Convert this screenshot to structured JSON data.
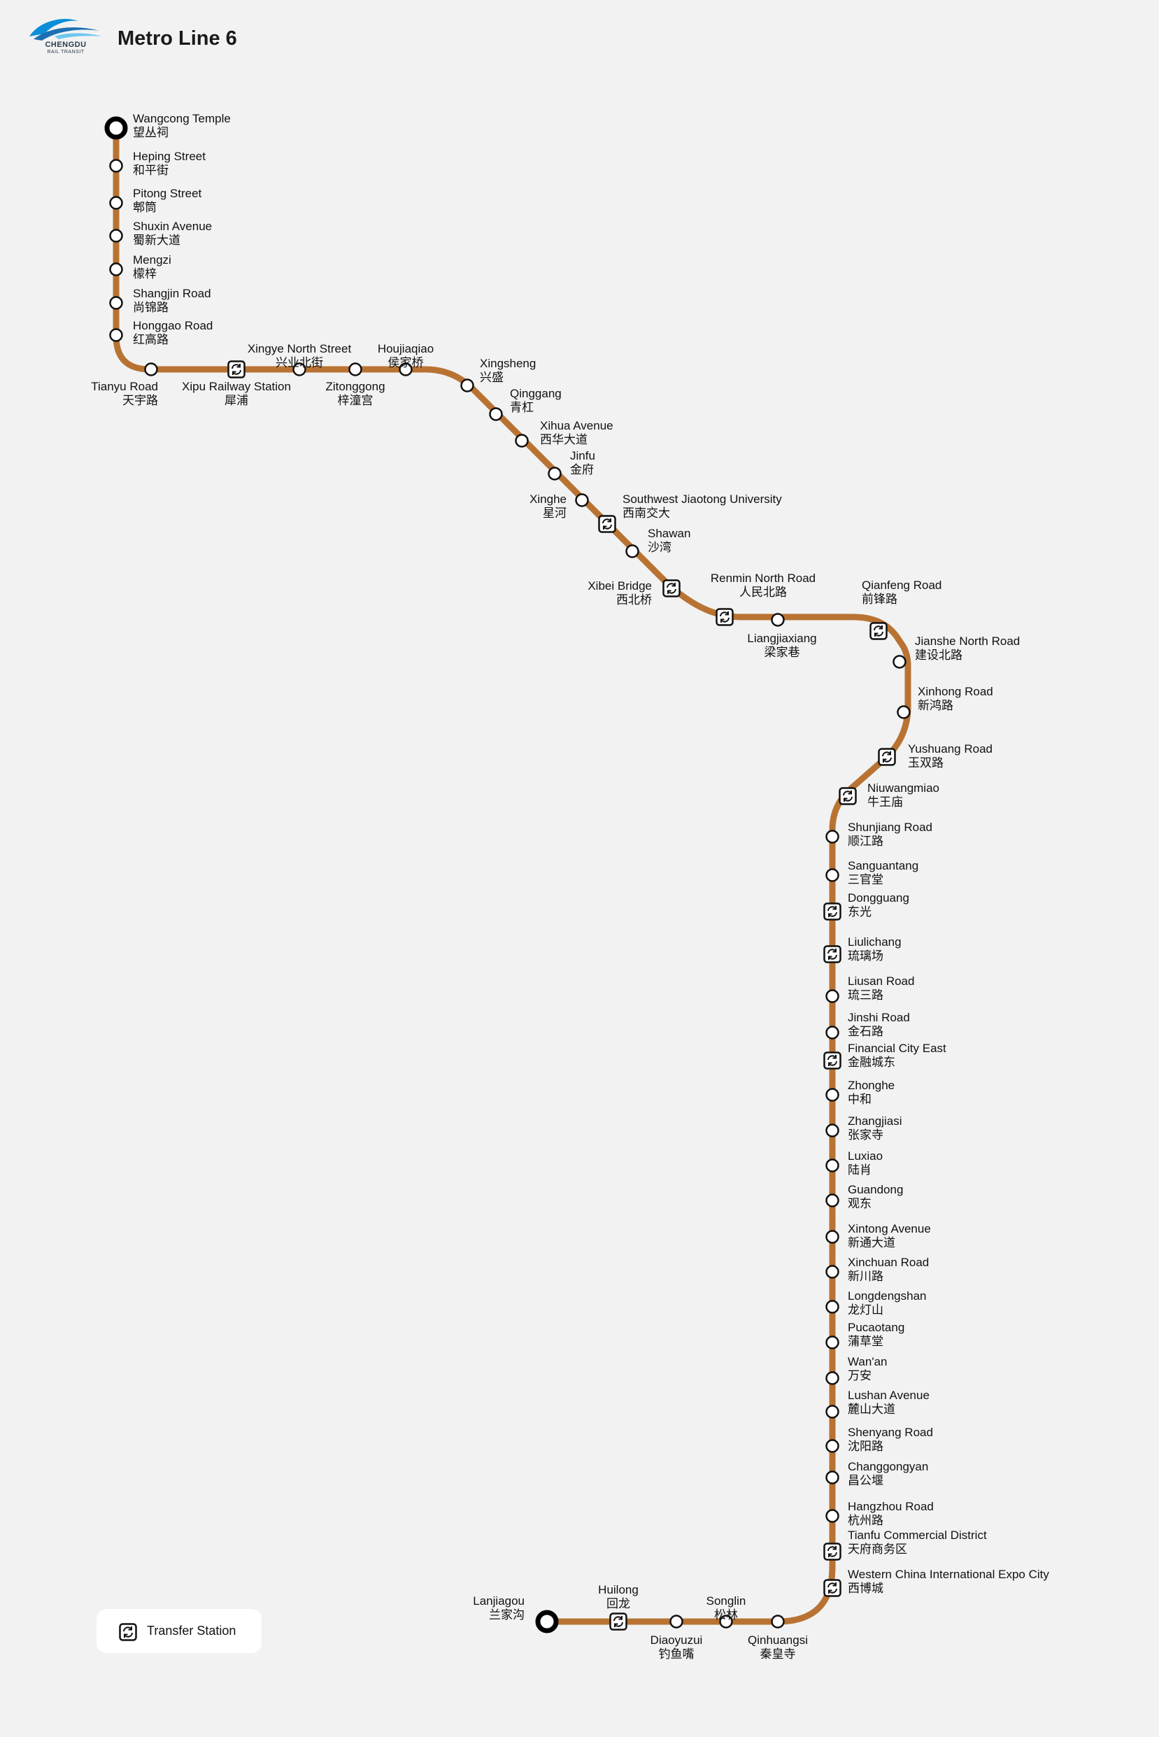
{
  "logo": {
    "name": "CHENGDU",
    "sub": "RAIL TRANSIT"
  },
  "title": "Metro Line 6",
  "line_color": "#b87333",
  "legend": {
    "label": "Transfer Station",
    "icon": "transfer-icon"
  },
  "stations": [
    {
      "en": "Wangcong Temple",
      "zh": "望丛祠",
      "terminal": true,
      "transfer": false
    },
    {
      "en": "Heping Street",
      "zh": "和平街",
      "terminal": false,
      "transfer": false
    },
    {
      "en": "Pitong Street",
      "zh": "郫筒",
      "terminal": false,
      "transfer": false
    },
    {
      "en": "Shuxin Avenue",
      "zh": "蜀新大道",
      "terminal": false,
      "transfer": false
    },
    {
      "en": "Mengzi",
      "zh": "檬梓",
      "terminal": false,
      "transfer": false
    },
    {
      "en": "Shangjin Road",
      "zh": "尚锦路",
      "terminal": false,
      "transfer": false
    },
    {
      "en": "Honggao Road",
      "zh": "红高路",
      "terminal": false,
      "transfer": false
    },
    {
      "en": "Tianyu Road",
      "zh": "天宇路",
      "terminal": false,
      "transfer": false
    },
    {
      "en": "Xipu Railway Station",
      "zh": "犀浦",
      "terminal": false,
      "transfer": true
    },
    {
      "en": "Xingye North Street",
      "zh": "兴业北街",
      "terminal": false,
      "transfer": false
    },
    {
      "en": "Zitonggong",
      "zh": "梓潼宫",
      "terminal": false,
      "transfer": false
    },
    {
      "en": "Houjiaqiao",
      "zh": "侯家桥",
      "terminal": false,
      "transfer": false
    },
    {
      "en": "Xingsheng",
      "zh": "兴盛",
      "terminal": false,
      "transfer": false
    },
    {
      "en": "Qinggang",
      "zh": "青杠",
      "terminal": false,
      "transfer": false
    },
    {
      "en": "Xihua Avenue",
      "zh": "西华大道",
      "terminal": false,
      "transfer": false
    },
    {
      "en": "Jinfu",
      "zh": "金府",
      "terminal": false,
      "transfer": false
    },
    {
      "en": "Xinghe",
      "zh": "星河",
      "terminal": false,
      "transfer": false
    },
    {
      "en": "Southwest Jiaotong University",
      "zh": "西南交大",
      "terminal": false,
      "transfer": true
    },
    {
      "en": "Shawan",
      "zh": "沙湾",
      "terminal": false,
      "transfer": false
    },
    {
      "en": "Xibei Bridge",
      "zh": "西北桥",
      "terminal": false,
      "transfer": true
    },
    {
      "en": "Renmin North Road",
      "zh": "人民北路",
      "terminal": false,
      "transfer": true
    },
    {
      "en": "Liangjiaxiang",
      "zh": "梁家巷",
      "terminal": false,
      "transfer": false
    },
    {
      "en": "Qianfeng Road",
      "zh": "前锋路",
      "terminal": false,
      "transfer": true
    },
    {
      "en": "Jianshe North Road",
      "zh": "建设北路",
      "terminal": false,
      "transfer": false
    },
    {
      "en": "Xinhong Road",
      "zh": "新鸿路",
      "terminal": false,
      "transfer": false
    },
    {
      "en": "Yushuang Road",
      "zh": "玉双路",
      "terminal": false,
      "transfer": true
    },
    {
      "en": "Niuwangmiao",
      "zh": "牛王庙",
      "terminal": false,
      "transfer": true
    },
    {
      "en": "Shunjiang Road",
      "zh": "顺江路",
      "terminal": false,
      "transfer": false
    },
    {
      "en": "Sanguantang",
      "zh": "三官堂",
      "terminal": false,
      "transfer": false
    },
    {
      "en": "Dongguang",
      "zh": "东光",
      "terminal": false,
      "transfer": true
    },
    {
      "en": "Liulichang",
      "zh": "琉璃场",
      "terminal": false,
      "transfer": true
    },
    {
      "en": "Liusan Road",
      "zh": "琉三路",
      "terminal": false,
      "transfer": false
    },
    {
      "en": "Jinshi Road",
      "zh": "金石路",
      "terminal": false,
      "transfer": false
    },
    {
      "en": "Financial City East",
      "zh": "金融城东",
      "terminal": false,
      "transfer": true
    },
    {
      "en": "Zhonghe",
      "zh": "中和",
      "terminal": false,
      "transfer": false
    },
    {
      "en": "Zhangjiasi",
      "zh": "张家寺",
      "terminal": false,
      "transfer": false
    },
    {
      "en": "Luxiao",
      "zh": "陆肖",
      "terminal": false,
      "transfer": false
    },
    {
      "en": "Guandong",
      "zh": "观东",
      "terminal": false,
      "transfer": false
    },
    {
      "en": "Xintong Avenue",
      "zh": "新通大道",
      "terminal": false,
      "transfer": false
    },
    {
      "en": "Xinchuan Road",
      "zh": "新川路",
      "terminal": false,
      "transfer": false
    },
    {
      "en": "Longdengshan",
      "zh": "龙灯山",
      "terminal": false,
      "transfer": false
    },
    {
      "en": "Pucaotang",
      "zh": "蒲草堂",
      "terminal": false,
      "transfer": false
    },
    {
      "en": "Wan'an",
      "zh": "万安",
      "terminal": false,
      "transfer": false
    },
    {
      "en": "Lushan Avenue",
      "zh": "麓山大道",
      "terminal": false,
      "transfer": false
    },
    {
      "en": "Shenyang Road",
      "zh": "沈阳路",
      "terminal": false,
      "transfer": false
    },
    {
      "en": "Changgongyan",
      "zh": "昌公堰",
      "terminal": false,
      "transfer": false
    },
    {
      "en": "Hangzhou Road",
      "zh": "杭州路",
      "terminal": false,
      "transfer": false
    },
    {
      "en": "Tianfu Commercial District",
      "zh": "天府商务区",
      "terminal": false,
      "transfer": true
    },
    {
      "en": "Western China International Expo City",
      "zh": "西博城",
      "terminal": false,
      "transfer": true
    },
    {
      "en": "Qinhuangsi",
      "zh": "秦皇寺",
      "terminal": false,
      "transfer": false
    },
    {
      "en": "Songlin",
      "zh": "松林",
      "terminal": false,
      "transfer": false
    },
    {
      "en": "Diaoyuzui",
      "zh": "钓鱼嘴",
      "terminal": false,
      "transfer": false
    },
    {
      "en": "Huilong",
      "zh": "回龙",
      "terminal": false,
      "transfer": true
    },
    {
      "en": "Lanjiagou",
      "zh": "兰家沟",
      "terminal": true,
      "transfer": false
    }
  ]
}
